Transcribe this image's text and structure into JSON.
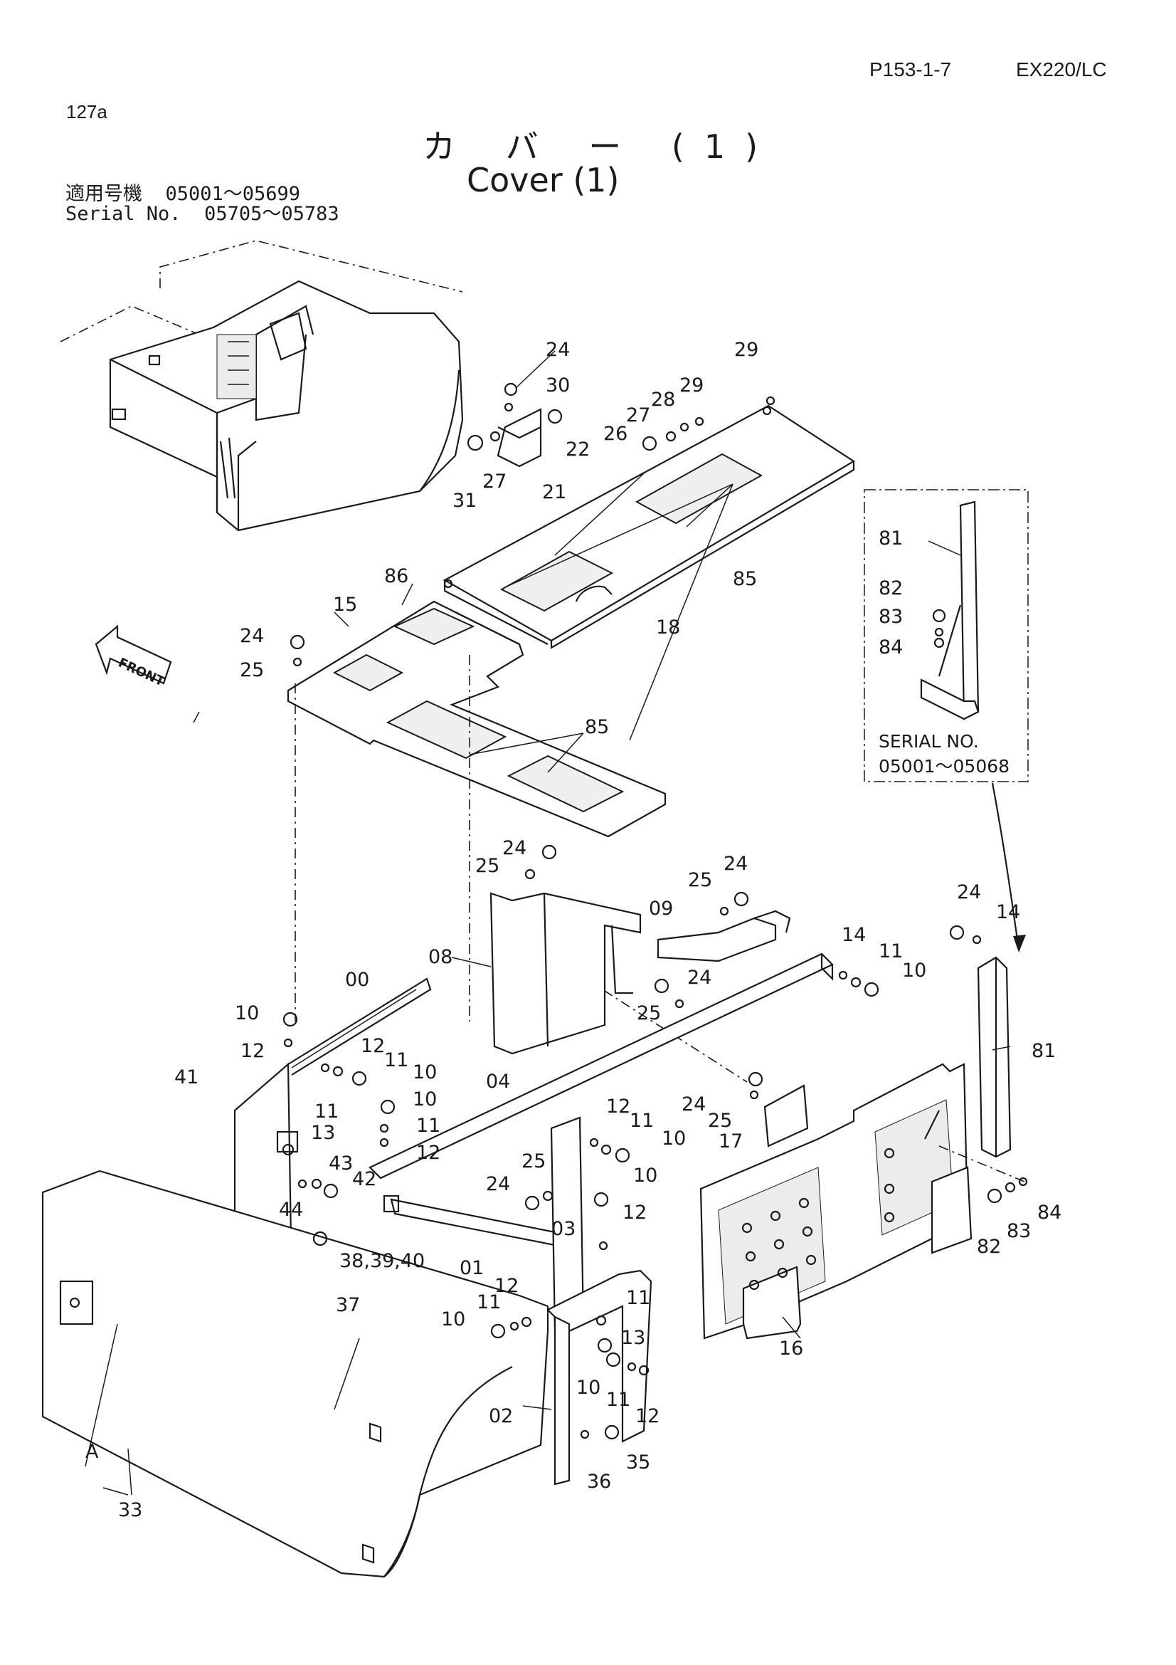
{
  "header": {
    "page_code": "P153-1-7",
    "model": "EX220/LC",
    "sheet": "127a"
  },
  "title": {
    "japanese": "カ バ ー (1)",
    "english": "Cover (1)"
  },
  "serial_info": {
    "line1": "適用号機  05001～05699",
    "line2": "Serial No.  05705～05783"
  },
  "front_arrow": {
    "label": "FRONT"
  },
  "inset": {
    "label_line1": "SERIAL  NO.",
    "label_line2": "05001～05068"
  },
  "callouts": [
    "24",
    "30",
    "22",
    "27",
    "21",
    "31",
    "29",
    "28",
    "27",
    "26",
    "29",
    "86",
    "15",
    "24",
    "25",
    "85",
    "18",
    "85",
    "81",
    "82",
    "83",
    "84",
    "24",
    "25",
    "24",
    "25",
    "09",
    "08",
    "24",
    "25",
    "24",
    "14",
    "14",
    "11",
    "10",
    "81",
    "00",
    "10",
    "12",
    "12",
    "11",
    "10",
    "41",
    "11",
    "10",
    "11",
    "13",
    "12",
    "43",
    "42",
    "44",
    "04",
    "12",
    "11",
    "10",
    "24",
    "25",
    "17",
    "25",
    "24",
    "10",
    "03",
    "12",
    "38,39,40",
    "37",
    "01",
    "12",
    "11",
    "11",
    "10",
    "13",
    "10",
    "11",
    "12",
    "02",
    "36",
    "35",
    "16",
    "82",
    "83",
    "84",
    "A",
    "33"
  ]
}
